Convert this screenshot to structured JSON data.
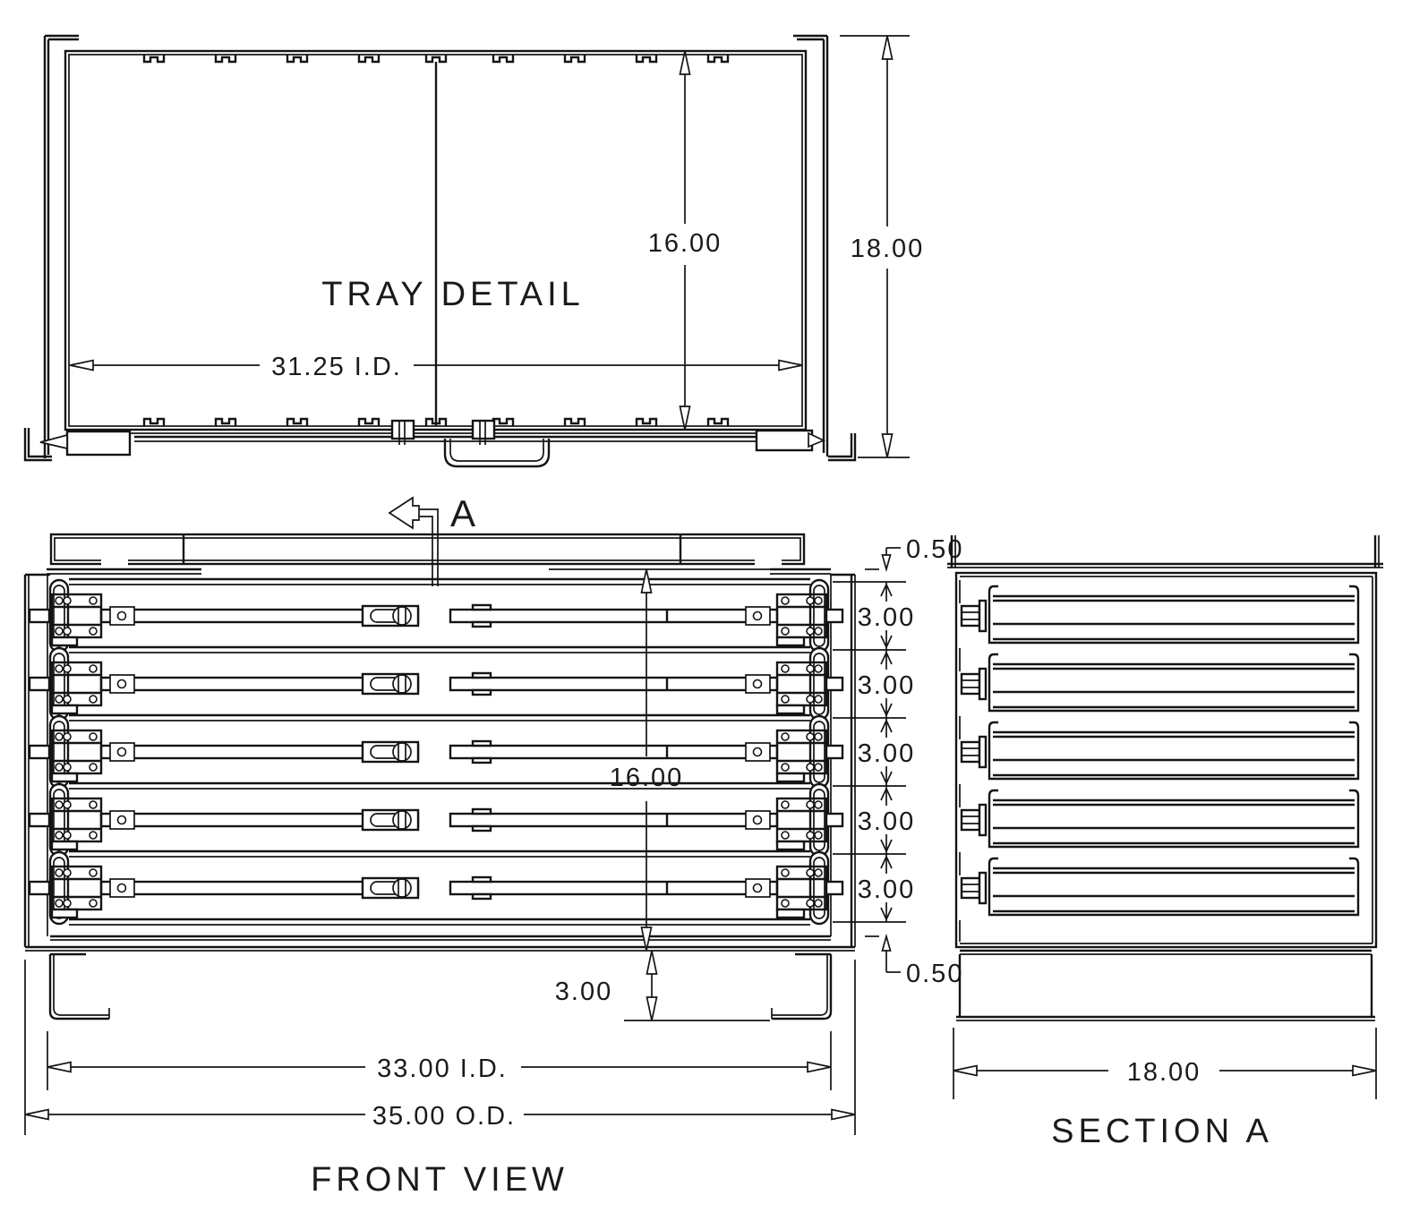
{
  "canvas": {
    "background": "#ffffff",
    "line_color": "#141414"
  },
  "views": {
    "tray_detail": {
      "label": "TRAY DETAIL",
      "dims": {
        "inner_height": "16.00",
        "outer_height": "18.00",
        "inner_width": "31.25 I.D."
      }
    },
    "front_view": {
      "label": "FRONT VIEW",
      "section_marker": "A",
      "dims": {
        "top_offset": "0.50",
        "tray_spacing": [
          "3.00",
          "3.00",
          "3.00",
          "3.00",
          "3.00"
        ],
        "interior_height": "16.00",
        "bottom_offset": "0.50",
        "leg_height": "3.00",
        "inner_width": "33.00 I.D.",
        "outer_width": "35.00 O.D."
      }
    },
    "section_a": {
      "label": "SECTION  A",
      "dims": {
        "outer_width": "18.00"
      }
    }
  }
}
